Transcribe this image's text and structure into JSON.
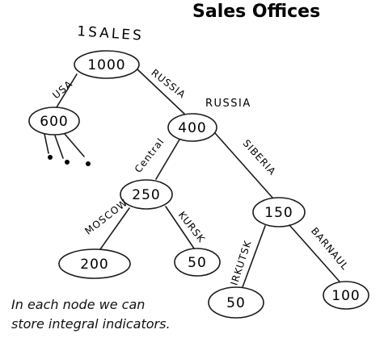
{
  "title": "Sales Offices",
  "root_label": "1SALES",
  "caption": {
    "line1": "In each node we can",
    "line2": "store integral indicators."
  },
  "nodes": [
    {
      "id": "root",
      "value": "1000"
    },
    {
      "id": "usa",
      "value": "600"
    },
    {
      "id": "russia",
      "value": "400"
    },
    {
      "id": "central",
      "value": "250"
    },
    {
      "id": "siberia",
      "value": "150"
    },
    {
      "id": "moscow",
      "value": "200"
    },
    {
      "id": "kursk",
      "value": "50"
    },
    {
      "id": "irkutsk",
      "value": "50"
    },
    {
      "id": "barnaul",
      "value": "100"
    }
  ],
  "edges": [
    {
      "from": "root",
      "to": "usa",
      "label": "USA"
    },
    {
      "from": "root",
      "to": "russia",
      "label": "RUSSIA"
    },
    {
      "from": "russia",
      "to": "central",
      "label": "Central"
    },
    {
      "from": "russia",
      "to": "siberia",
      "label": "SIBERIA"
    },
    {
      "from": "central",
      "to": "moscow",
      "label": "MOSCOW"
    },
    {
      "from": "central",
      "to": "kursk",
      "label": "KURSK"
    },
    {
      "from": "siberia",
      "to": "irkutsk",
      "label": "IRKUTSK"
    },
    {
      "from": "siberia",
      "to": "barnaul",
      "label": "BARNAUL"
    }
  ],
  "side_label": "RUSSIA",
  "colors": {
    "ink": "#1a1a1a",
    "text": "#000000"
  }
}
